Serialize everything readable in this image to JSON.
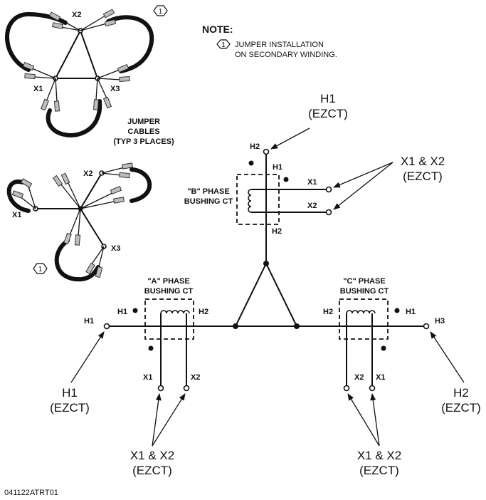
{
  "note": {
    "title": "NOTE:",
    "marker": "1",
    "line1": "JUMPER INSTALLATION",
    "line2": "ON SECONDARY WINDING."
  },
  "inset": {
    "top": {
      "marker": "1",
      "x1": "X1",
      "x2": "X2",
      "x3": "X3"
    },
    "bottom": {
      "marker": "1",
      "x1": "X1",
      "x2": "X2",
      "x3": "X3"
    },
    "jumper_line1": "JUMPER",
    "jumper_line2": "CABLES",
    "jumper_line3": "(TYP 3 PLACES)"
  },
  "b_phase": {
    "title1": "\"B\" PHASE",
    "title2": "BUSHING CT",
    "h1": "H1",
    "h2_top": "H2",
    "h2_bottom": "H2",
    "x1": "X1",
    "x2": "X2",
    "callout_h1": "H1",
    "callout_h1_sub": "(EZCT)",
    "callout_x": "X1 & X2",
    "callout_x_sub": "(EZCT)"
  },
  "a_phase": {
    "title1": "\"A\" PHASE",
    "title2": "BUSHING CT",
    "h1_terminal": "H1",
    "h1": "H1",
    "h2": "H2",
    "x1": "X1",
    "x2": "X2",
    "callout_h1": "H1",
    "callout_h1_sub": "(EZCT)",
    "callout_x": "X1 & X2",
    "callout_x_sub": "(EZCT)"
  },
  "c_phase": {
    "title1": "\"C\" PHASE",
    "title2": "BUSHING CT",
    "h1": "H1",
    "h2": "H2",
    "h3_terminal": "H3",
    "x1": "X1",
    "x2": "X2",
    "callout_h2": "H2",
    "callout_h2_sub": "(EZCT)",
    "callout_x": "X1 & X2",
    "callout_x_sub": "(EZCT)"
  },
  "footer": {
    "code": "041122ATRT01"
  }
}
